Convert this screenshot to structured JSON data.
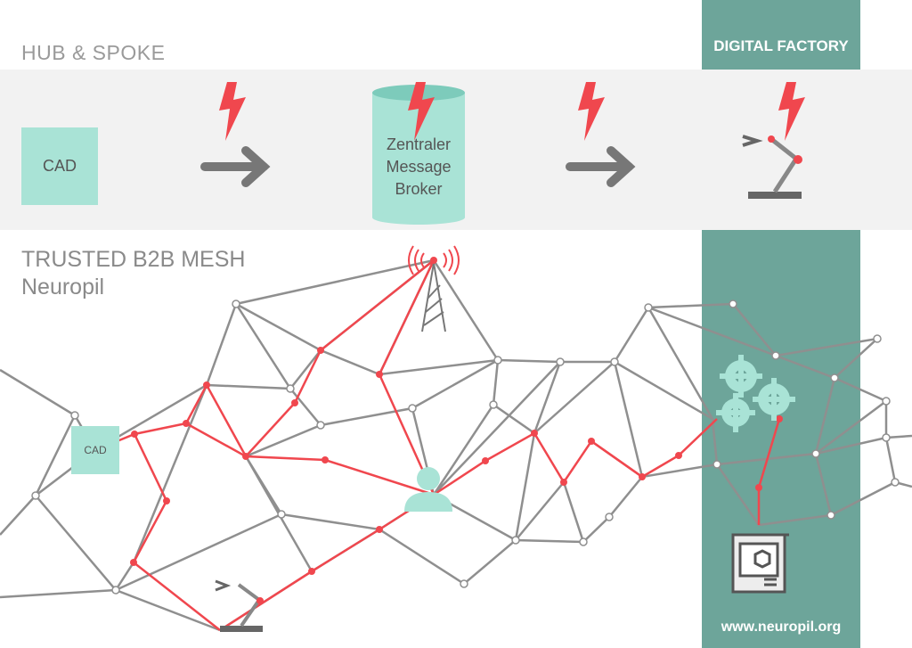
{
  "hub_spoke": {
    "title": "HUB & SPOKE",
    "cad_label": "CAD",
    "broker_lines": [
      "Zentraler",
      "Message",
      "Broker"
    ]
  },
  "digital_factory": {
    "title": "DIGITAL FACTORY",
    "url": "www.neuropil.org"
  },
  "mesh": {
    "title_line1": "TRUSTED B2B MESH",
    "title_line2": "Neuropil",
    "cad_label": "CAD"
  },
  "colors": {
    "accent": "#a9e3d6",
    "factory": "#6da59a",
    "red": "#f0474e",
    "gray": "#8a8a8a"
  }
}
